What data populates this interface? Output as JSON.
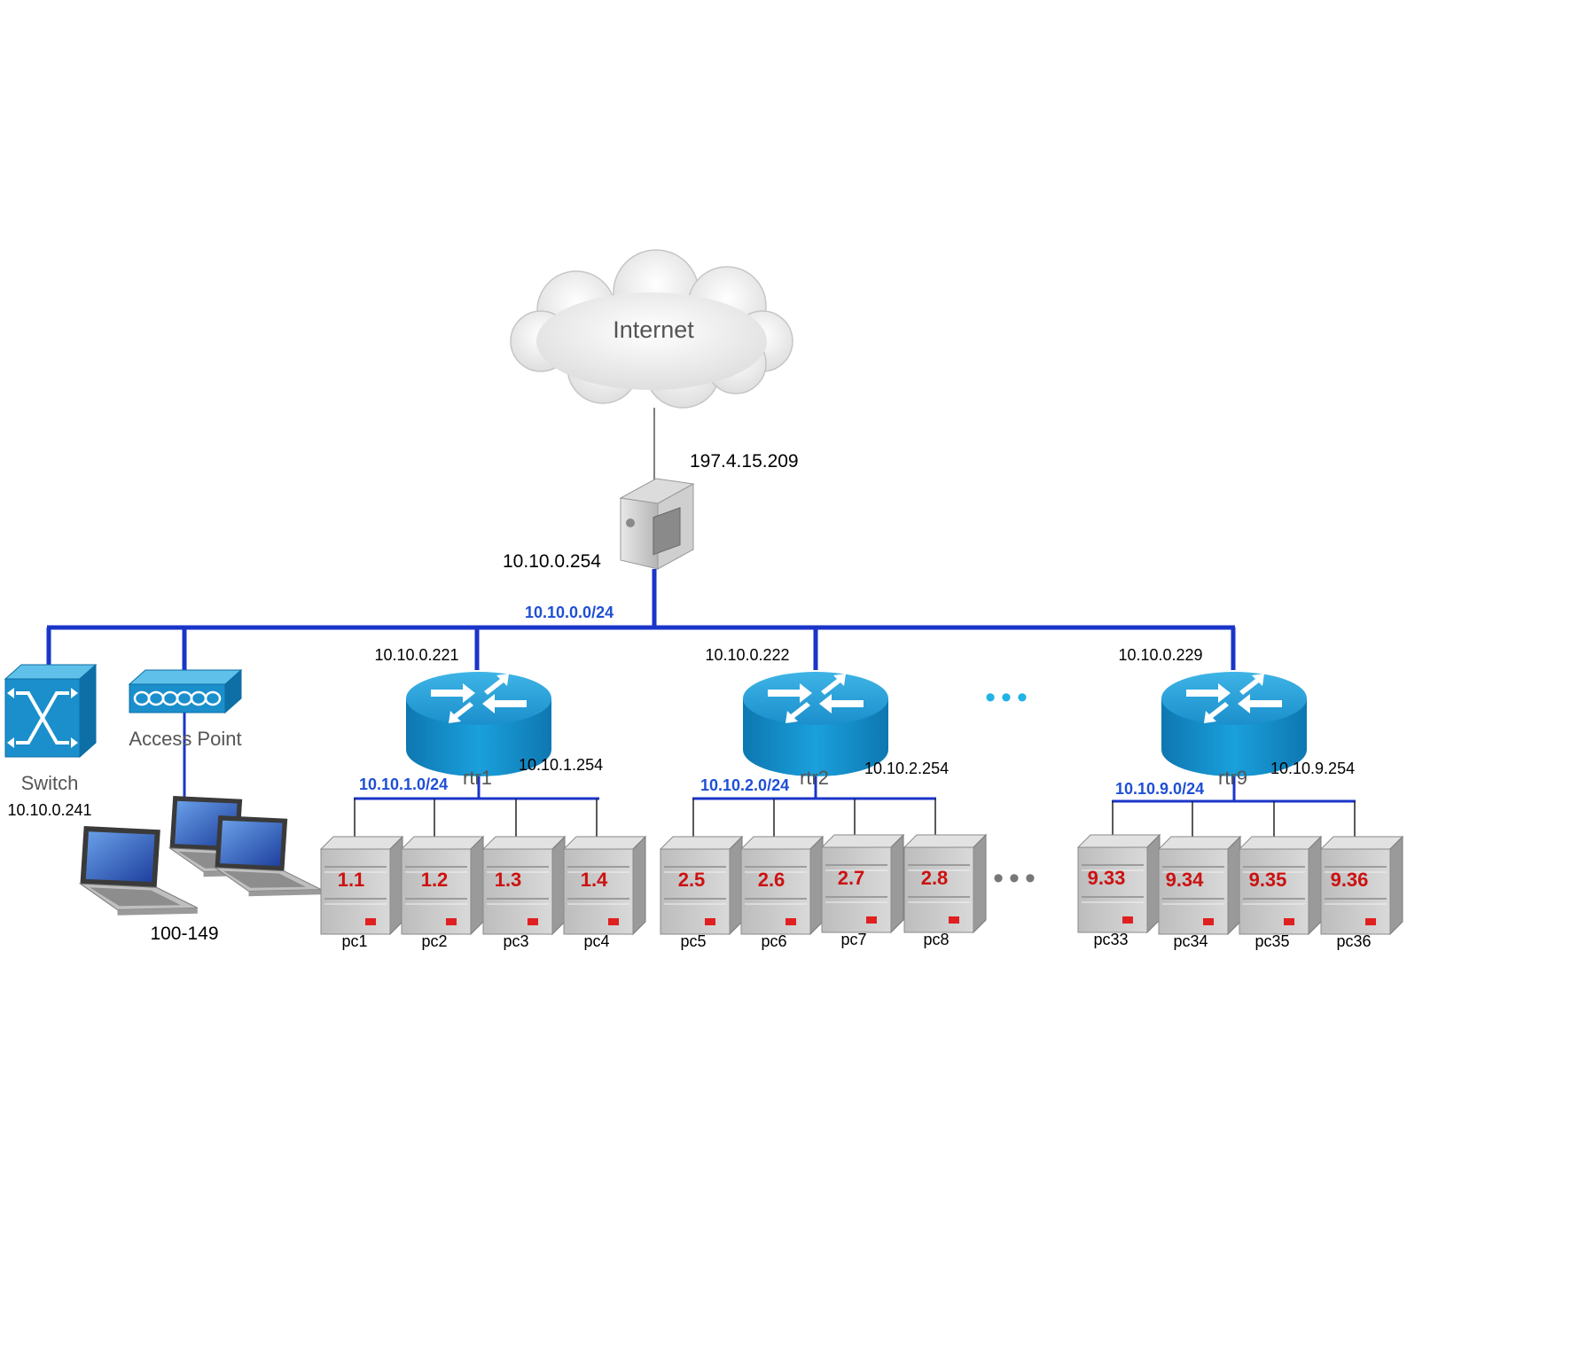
{
  "cloud": {
    "label": "Internet"
  },
  "gateway": {
    "wan_ip": "197.4.15.209",
    "lan_ip": "10.10.0.254"
  },
  "backbone": {
    "subnet": "10.10.0.0/24"
  },
  "switch": {
    "name": "Switch",
    "ip": "10.10.0.241"
  },
  "access_point": {
    "name": "Access Point",
    "clients_range": "100-149"
  },
  "routers": [
    {
      "name": "rtr1",
      "wan_ip": "10.10.0.221",
      "lan_ip": "10.10.1.254",
      "subnet": "10.10.1.0/24",
      "pcs": [
        {
          "num": "1.1",
          "name": "pc1"
        },
        {
          "num": "1.2",
          "name": "pc2"
        },
        {
          "num": "1.3",
          "name": "pc3"
        },
        {
          "num": "1.4",
          "name": "pc4"
        }
      ]
    },
    {
      "name": "rtr2",
      "wan_ip": "10.10.0.222",
      "lan_ip": "10.10.2.254",
      "subnet": "10.10.2.0/24",
      "pcs": [
        {
          "num": "2.5",
          "name": "pc5"
        },
        {
          "num": "2.6",
          "name": "pc6"
        },
        {
          "num": "2.7",
          "name": "pc7"
        },
        {
          "num": "2.8",
          "name": "pc8"
        }
      ]
    },
    {
      "name": "rtr9",
      "wan_ip": "10.10.0.229",
      "lan_ip": "10.10.9.254",
      "subnet": "10.10.9.0/24",
      "pcs": [
        {
          "num": "9.33",
          "name": "pc33"
        },
        {
          "num": "9.34",
          "name": "pc34"
        },
        {
          "num": "9.35",
          "name": "pc35"
        },
        {
          "num": "9.36",
          "name": "pc36"
        }
      ]
    }
  ],
  "ellipsis": {
    "routers": "•••",
    "pcs": "•••"
  },
  "colors": {
    "link": "#1a35c9",
    "router": "#1a9bd4",
    "switch": "#1a8fcc",
    "label_blue": "#1f4fd6",
    "pc_label": "#cc1111"
  },
  "icons": {
    "cloud": "cloud-icon",
    "gateway": "server-tower-icon",
    "switch": "switch-icon",
    "access_point": "access-point-icon",
    "router": "router-icon",
    "pc": "server-box-icon",
    "laptop": "laptop-icon"
  }
}
